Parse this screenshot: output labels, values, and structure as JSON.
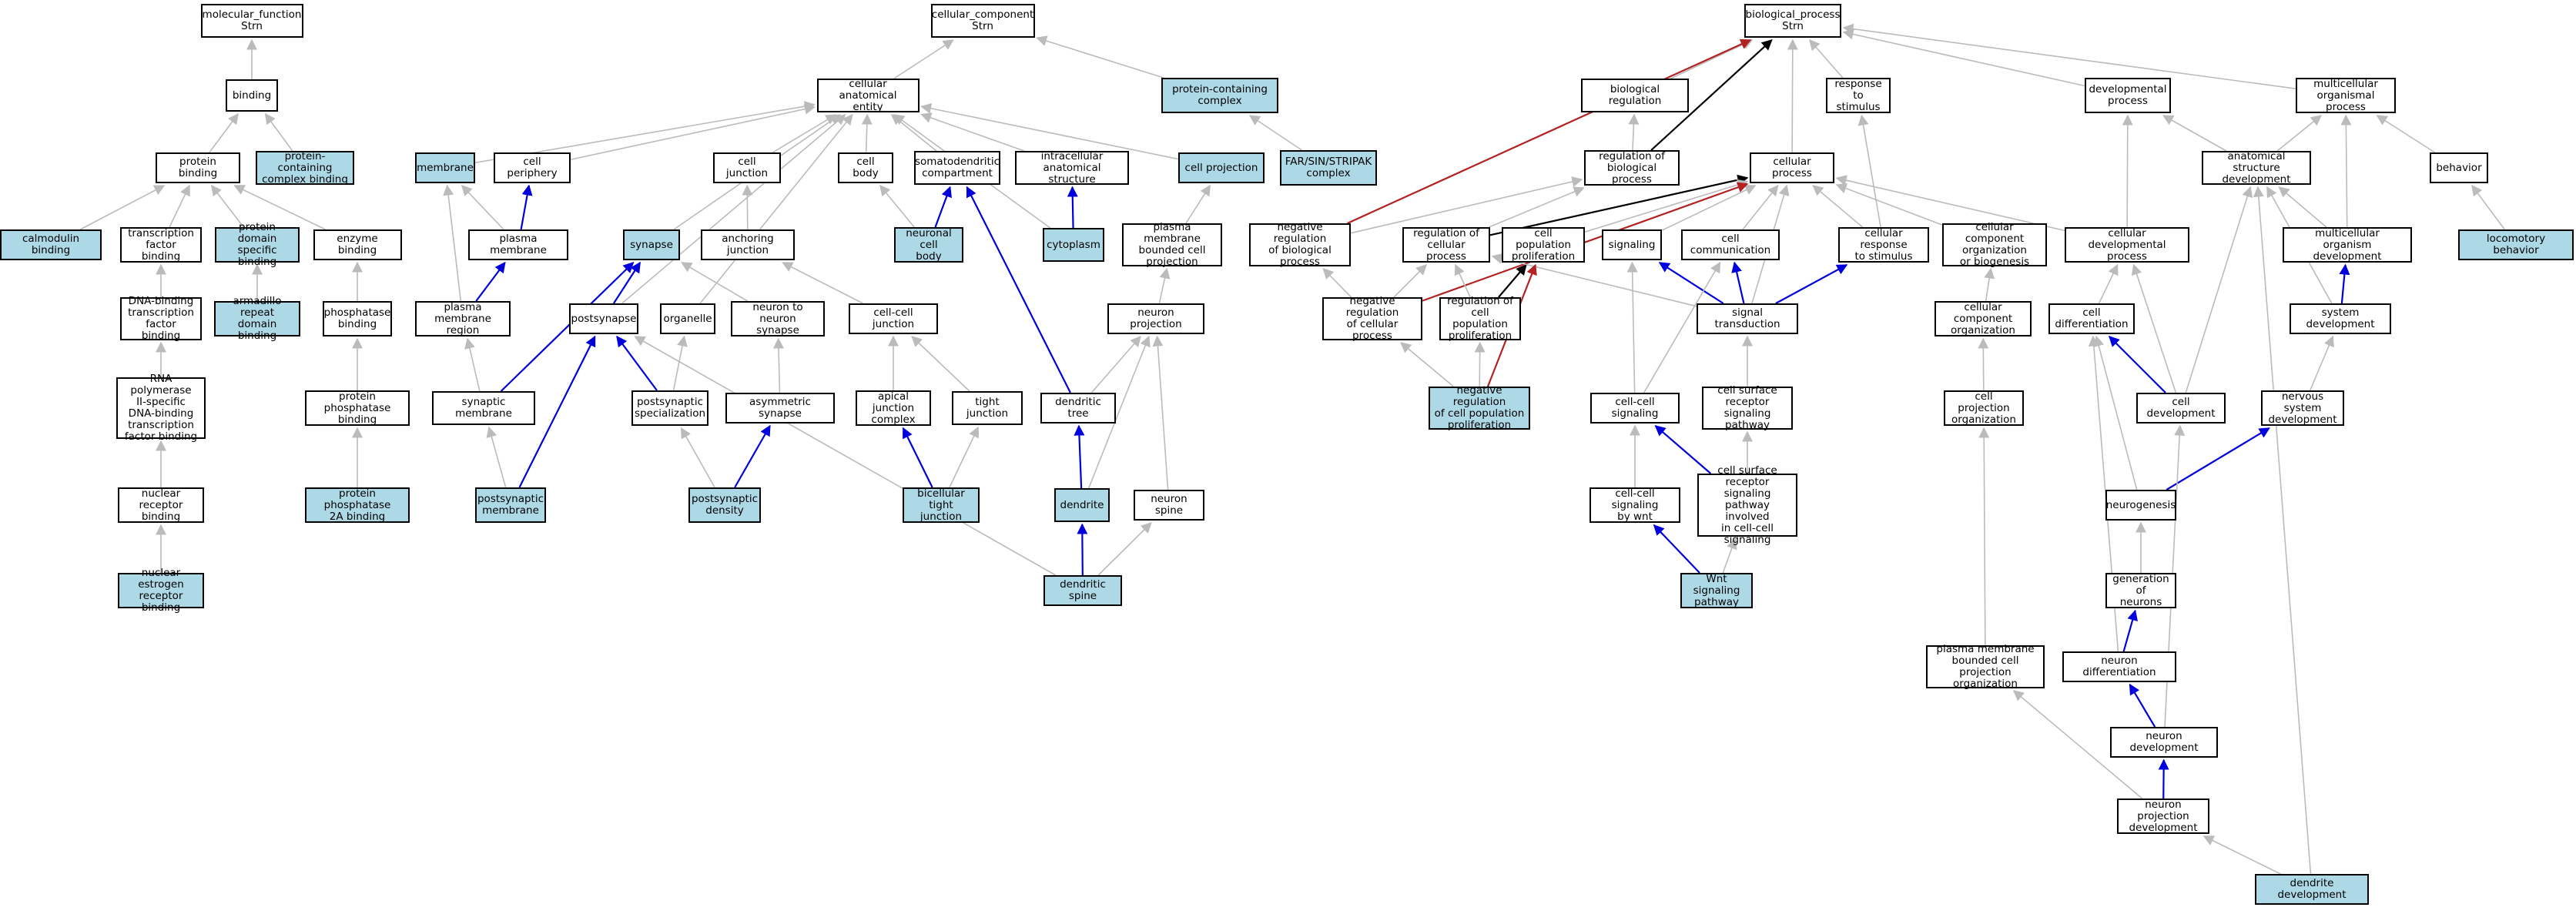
{
  "colors": {
    "is_a": "#bbbbbb",
    "part_of": "#0000dd",
    "neg_regulates": "#b22222",
    "regulates": "#000000",
    "highlight": "#add8e6"
  },
  "nodes": [
    {
      "id": "mf",
      "label": "molecular_function\nStrn"
    },
    {
      "id": "binding",
      "label": "binding"
    },
    {
      "id": "protein_binding",
      "label": "protein binding"
    },
    {
      "id": "pcc_binding",
      "label": "protein-containing\ncomplex binding",
      "hl": true
    },
    {
      "id": "calmodulin",
      "label": "calmodulin binding",
      "hl": true
    },
    {
      "id": "tf_binding",
      "label": "transcription\nfactor binding"
    },
    {
      "id": "pdsb",
      "label": "protein domain\nspecific binding",
      "hl": true
    },
    {
      "id": "enzyme",
      "label": "enzyme binding"
    },
    {
      "id": "dna_tf",
      "label": "DNA-binding\ntranscription\nfactor binding"
    },
    {
      "id": "armadillo",
      "label": "armadillo repeat\ndomain binding",
      "hl": true
    },
    {
      "id": "phosphatase",
      "label": "phosphatase\nbinding"
    },
    {
      "id": "rnapol",
      "label": "RNA polymerase\nII-specific\nDNA-binding\ntranscription\nfactor binding"
    },
    {
      "id": "pp_binding",
      "label": "protein phosphatase\nbinding"
    },
    {
      "id": "nuclear_rec",
      "label": "nuclear receptor\nbinding"
    },
    {
      "id": "pp2a",
      "label": "protein phosphatase\n2A binding",
      "hl": true
    },
    {
      "id": "estrogen",
      "label": "nuclear estrogen\nreceptor binding",
      "hl": true
    },
    {
      "id": "cc",
      "label": "cellular_component\nStrn"
    },
    {
      "id": "cae",
      "label": "cellular anatomical\nentity"
    },
    {
      "id": "pcc",
      "label": "protein-containing\ncomplex",
      "hl": true
    },
    {
      "id": "membrane",
      "label": "membrane",
      "hl": true
    },
    {
      "id": "cell_periphery",
      "label": "cell periphery"
    },
    {
      "id": "cell_junction",
      "label": "cell junction"
    },
    {
      "id": "cell_body",
      "label": "cell body"
    },
    {
      "id": "somatodendritic",
      "label": "somatodendritic\ncompartment"
    },
    {
      "id": "intracellular",
      "label": "intracellular\nanatomical structure"
    },
    {
      "id": "cell_projection",
      "label": "cell projection",
      "hl": true
    },
    {
      "id": "farsin",
      "label": "FAR/SIN/STRIPAK\ncomplex",
      "hl": true
    },
    {
      "id": "plasma_membrane",
      "label": "plasma membrane"
    },
    {
      "id": "synapse",
      "label": "synapse",
      "hl": true
    },
    {
      "id": "anchoring",
      "label": "anchoring junction"
    },
    {
      "id": "neuronal_cell_body",
      "label": "neuronal cell\nbody",
      "hl": true
    },
    {
      "id": "cytoplasm",
      "label": "cytoplasm",
      "hl": true
    },
    {
      "id": "pmbcp",
      "label": "plasma membrane\nbounded cell\nprojection"
    },
    {
      "id": "pm_region",
      "label": "plasma membrane\nregion"
    },
    {
      "id": "postsynapse",
      "label": "postsynapse"
    },
    {
      "id": "organelle",
      "label": "organelle"
    },
    {
      "id": "n2n_synapse",
      "label": "neuron to neuron\nsynapse"
    },
    {
      "id": "cc_junction",
      "label": "cell-cell junction"
    },
    {
      "id": "neuron_projection",
      "label": "neuron projection"
    },
    {
      "id": "synaptic_membrane",
      "label": "synaptic membrane"
    },
    {
      "id": "ps_spec",
      "label": "postsynaptic\nspecialization"
    },
    {
      "id": "asym_synapse",
      "label": "asymmetric synapse"
    },
    {
      "id": "apical",
      "label": "apical junction\ncomplex"
    },
    {
      "id": "tight",
      "label": "tight junction"
    },
    {
      "id": "dendritic_tree",
      "label": "dendritic tree"
    },
    {
      "id": "ps_membrane",
      "label": "postsynaptic\nmembrane",
      "hl": true
    },
    {
      "id": "ps_density",
      "label": "postsynaptic\ndensity",
      "hl": true
    },
    {
      "id": "bicellular",
      "label": "bicellular tight\njunction",
      "hl": true
    },
    {
      "id": "dendrite",
      "label": "dendrite",
      "hl": true
    },
    {
      "id": "neuron_spine",
      "label": "neuron spine"
    },
    {
      "id": "dendritic_spine",
      "label": "dendritic spine",
      "hl": true
    },
    {
      "id": "bp",
      "label": "biological_process\nStrn"
    },
    {
      "id": "bio_reg",
      "label": "biological regulation"
    },
    {
      "id": "resp_stim",
      "label": "response to\nstimulus"
    },
    {
      "id": "dev_proc",
      "label": "developmental\nprocess"
    },
    {
      "id": "mc_proc",
      "label": "multicellular\norganismal process"
    },
    {
      "id": "reg_bp",
      "label": "regulation of\nbiological process"
    },
    {
      "id": "cellular_process",
      "label": "cellular process"
    },
    {
      "id": "asd",
      "label": "anatomical structure\ndevelopment"
    },
    {
      "id": "behavior",
      "label": "behavior"
    },
    {
      "id": "neg_reg_bp",
      "label": "negative regulation\nof biological\nprocess"
    },
    {
      "id": "reg_cp",
      "label": "regulation of\ncellular process"
    },
    {
      "id": "cpp",
      "label": "cell population\nproliferation"
    },
    {
      "id": "signaling",
      "label": "signaling"
    },
    {
      "id": "cell_comm",
      "label": "cell communication"
    },
    {
      "id": "cell_resp",
      "label": "cellular response\nto stimulus"
    },
    {
      "id": "ccob",
      "label": "cellular component\norganization\nor biogenesis"
    },
    {
      "id": "cdp",
      "label": "cellular developmental\nprocess"
    },
    {
      "id": "mod",
      "label": "multicellular\norganism development"
    },
    {
      "id": "locomotory",
      "label": "locomotory behavior",
      "hl": true
    },
    {
      "id": "neg_reg_cp",
      "label": "negative regulation\nof cellular\nprocess"
    },
    {
      "id": "reg_cpp",
      "label": "regulation of\ncell population\nproliferation"
    },
    {
      "id": "signal_trans",
      "label": "signal transduction"
    },
    {
      "id": "cco",
      "label": "cellular component\norganization"
    },
    {
      "id": "cell_diff",
      "label": "cell differentiation"
    },
    {
      "id": "system_dev",
      "label": "system development"
    },
    {
      "id": "neg_reg_cpp",
      "label": "negative regulation\nof cell population\nproliferation",
      "hl": true
    },
    {
      "id": "ccs",
      "label": "cell-cell signaling"
    },
    {
      "id": "csrsp",
      "label": "cell surface\nreceptor signaling\npathway"
    },
    {
      "id": "cpo",
      "label": "cell projection\norganization"
    },
    {
      "id": "cell_dev",
      "label": "cell development"
    },
    {
      "id": "nsd",
      "label": "nervous system\ndevelopment"
    },
    {
      "id": "ccs_wnt",
      "label": "cell-cell signaling\nby wnt"
    },
    {
      "id": "csrsp_cc",
      "label": "cell surface\nreceptor signaling\npathway involved\nin cell-cell\nsignaling"
    },
    {
      "id": "neurogenesis",
      "label": "neurogenesis"
    },
    {
      "id": "wnt",
      "label": "Wnt signaling\npathway",
      "hl": true
    },
    {
      "id": "gen_neurons",
      "label": "generation of\nneurons"
    },
    {
      "id": "pmbcpo",
      "label": "plasma membrane\nbounded cell\nprojection organization"
    },
    {
      "id": "neuron_diff",
      "label": "neuron differentiation"
    },
    {
      "id": "neuron_dev",
      "label": "neuron development"
    },
    {
      "id": "npd",
      "label": "neuron projection\ndevelopment"
    },
    {
      "id": "dendrite_dev",
      "label": "dendrite development",
      "hl": true
    }
  ],
  "edges": [
    [
      "binding",
      "mf",
      "is_a"
    ],
    [
      "protein_binding",
      "binding",
      "is_a"
    ],
    [
      "pcc_binding",
      "binding",
      "is_a"
    ],
    [
      "calmodulin",
      "protein_binding",
      "is_a"
    ],
    [
      "tf_binding",
      "protein_binding",
      "is_a"
    ],
    [
      "pdsb",
      "protein_binding",
      "is_a"
    ],
    [
      "enzyme",
      "protein_binding",
      "is_a"
    ],
    [
      "dna_tf",
      "tf_binding",
      "is_a"
    ],
    [
      "armadillo",
      "pdsb",
      "is_a"
    ],
    [
      "phosphatase",
      "enzyme",
      "is_a"
    ],
    [
      "rnapol",
      "dna_tf",
      "is_a"
    ],
    [
      "pp_binding",
      "phosphatase",
      "is_a"
    ],
    [
      "nuclear_rec",
      "rnapol",
      "is_a"
    ],
    [
      "pp2a",
      "pp_binding",
      "is_a"
    ],
    [
      "estrogen",
      "nuclear_rec",
      "is_a"
    ],
    [
      "cae",
      "cc",
      "is_a"
    ],
    [
      "pcc",
      "cc",
      "is_a"
    ],
    [
      "membrane",
      "cae",
      "is_a"
    ],
    [
      "cell_periphery",
      "cae",
      "is_a"
    ],
    [
      "cell_junction",
      "cae",
      "is_a"
    ],
    [
      "cell_body",
      "cae",
      "is_a"
    ],
    [
      "somatodendritic",
      "cae",
      "is_a"
    ],
    [
      "intracellular",
      "cae",
      "is_a"
    ],
    [
      "cell_projection",
      "cae",
      "is_a"
    ],
    [
      "farsin",
      "pcc",
      "is_a"
    ],
    [
      "plasma_membrane",
      "membrane",
      "is_a"
    ],
    [
      "plasma_membrane",
      "cell_periphery",
      "part_of"
    ],
    [
      "synapse",
      "cae",
      "is_a"
    ],
    [
      "anchoring",
      "cell_junction",
      "is_a"
    ],
    [
      "neuronal_cell_body",
      "cell_body",
      "is_a"
    ],
    [
      "neuronal_cell_body",
      "somatodendritic",
      "part_of"
    ],
    [
      "cytoplasm",
      "intracellular",
      "part_of"
    ],
    [
      "cytoplasm",
      "cae",
      "is_a"
    ],
    [
      "pmbcp",
      "cell_projection",
      "is_a"
    ],
    [
      "pm_region",
      "membrane",
      "is_a"
    ],
    [
      "pm_region",
      "plasma_membrane",
      "part_of"
    ],
    [
      "postsynapse",
      "cae",
      "is_a"
    ],
    [
      "postsynapse",
      "synapse",
      "part_of"
    ],
    [
      "organelle",
      "cae",
      "is_a"
    ],
    [
      "n2n_synapse",
      "synapse",
      "is_a"
    ],
    [
      "cc_junction",
      "anchoring",
      "is_a"
    ],
    [
      "neuron_projection",
      "pmbcp",
      "is_a"
    ],
    [
      "synaptic_membrane",
      "pm_region",
      "is_a"
    ],
    [
      "synaptic_membrane",
      "synapse",
      "part_of"
    ],
    [
      "ps_spec",
      "organelle",
      "is_a"
    ],
    [
      "ps_spec",
      "postsynapse",
      "part_of"
    ],
    [
      "asym_synapse",
      "n2n_synapse",
      "is_a"
    ],
    [
      "apical",
      "cc_junction",
      "is_a"
    ],
    [
      "tight",
      "cc_junction",
      "is_a"
    ],
    [
      "dendritic_tree",
      "neuron_projection",
      "is_a"
    ],
    [
      "dendritic_tree",
      "somatodendritic",
      "part_of"
    ],
    [
      "ps_membrane",
      "synaptic_membrane",
      "is_a"
    ],
    [
      "ps_membrane",
      "postsynapse",
      "part_of"
    ],
    [
      "ps_density",
      "ps_spec",
      "is_a"
    ],
    [
      "ps_density",
      "asym_synapse",
      "part_of"
    ],
    [
      "bicellular",
      "tight",
      "is_a"
    ],
    [
      "bicellular",
      "apical",
      "part_of"
    ],
    [
      "dendrite",
      "neuron_projection",
      "is_a"
    ],
    [
      "dendrite",
      "dendritic_tree",
      "part_of"
    ],
    [
      "neuron_spine",
      "neuron_projection",
      "is_a"
    ],
    [
      "dendritic_spine",
      "neuron_spine",
      "is_a"
    ],
    [
      "dendritic_spine",
      "dendrite",
      "part_of"
    ],
    [
      "dendritic_spine",
      "postsynapse",
      "is_a"
    ],
    [
      "bio_reg",
      "bp",
      "is_a"
    ],
    [
      "resp_stim",
      "bp",
      "is_a"
    ],
    [
      "dev_proc",
      "bp",
      "is_a"
    ],
    [
      "mc_proc",
      "bp",
      "is_a"
    ],
    [
      "cellular_process",
      "bp",
      "is_a"
    ],
    [
      "reg_bp",
      "bio_reg",
      "is_a"
    ],
    [
      "reg_bp",
      "bp",
      "regulates"
    ],
    [
      "asd",
      "dev_proc",
      "is_a"
    ],
    [
      "asd",
      "mc_proc",
      "is_a"
    ],
    [
      "behavior",
      "mc_proc",
      "is_a"
    ],
    [
      "neg_reg_bp",
      "reg_bp",
      "is_a"
    ],
    [
      "neg_reg_bp",
      "bp",
      "neg_regulates"
    ],
    [
      "reg_cp",
      "reg_bp",
      "is_a"
    ],
    [
      "reg_cp",
      "cellular_process",
      "regulates"
    ],
    [
      "cpp",
      "cellular_process",
      "is_a"
    ],
    [
      "signaling",
      "cellular_process",
      "is_a"
    ],
    [
      "cell_comm",
      "cellular_process",
      "is_a"
    ],
    [
      "cell_resp",
      "cellular_process",
      "is_a"
    ],
    [
      "cell_resp",
      "resp_stim",
      "is_a"
    ],
    [
      "ccob",
      "cellular_process",
      "is_a"
    ],
    [
      "cdp",
      "cellular_process",
      "is_a"
    ],
    [
      "cdp",
      "dev_proc",
      "is_a"
    ],
    [
      "mod",
      "asd",
      "is_a"
    ],
    [
      "mod",
      "mc_proc",
      "is_a"
    ],
    [
      "locomotory",
      "behavior",
      "is_a"
    ],
    [
      "neg_reg_cp",
      "neg_reg_bp",
      "is_a"
    ],
    [
      "neg_reg_cp",
      "reg_cp",
      "is_a"
    ],
    [
      "neg_reg_cp",
      "cellular_process",
      "neg_regulates"
    ],
    [
      "reg_cpp",
      "reg_cp",
      "is_a"
    ],
    [
      "reg_cpp",
      "cpp",
      "regulates"
    ],
    [
      "signal_trans",
      "signaling",
      "part_of"
    ],
    [
      "signal_trans",
      "cell_comm",
      "part_of"
    ],
    [
      "signal_trans",
      "cell_resp",
      "part_of"
    ],
    [
      "signal_trans",
      "cellular_process",
      "is_a"
    ],
    [
      "signal_trans",
      "reg_cp",
      "is_a"
    ],
    [
      "cco",
      "ccob",
      "is_a"
    ],
    [
      "cell_diff",
      "cdp",
      "is_a"
    ],
    [
      "system_dev",
      "asd",
      "is_a"
    ],
    [
      "system_dev",
      "mod",
      "part_of"
    ],
    [
      "neg_reg_cpp",
      "neg_reg_cp",
      "is_a"
    ],
    [
      "neg_reg_cpp",
      "reg_cpp",
      "is_a"
    ],
    [
      "neg_reg_cpp",
      "cpp",
      "neg_regulates"
    ],
    [
      "ccs",
      "signaling",
      "is_a"
    ],
    [
      "ccs",
      "cell_comm",
      "is_a"
    ],
    [
      "csrsp",
      "signal_trans",
      "is_a"
    ],
    [
      "cpo",
      "cco",
      "is_a"
    ],
    [
      "cell_dev",
      "cdp",
      "is_a"
    ],
    [
      "cell_dev",
      "cell_diff",
      "part_of"
    ],
    [
      "cell_dev",
      "asd",
      "is_a"
    ],
    [
      "nsd",
      "system_dev",
      "is_a"
    ],
    [
      "ccs_wnt",
      "ccs",
      "is_a"
    ],
    [
      "csrsp_cc",
      "csrsp",
      "is_a"
    ],
    [
      "csrsp_cc",
      "ccs",
      "part_of"
    ],
    [
      "neurogenesis",
      "cell_diff",
      "is_a"
    ],
    [
      "neurogenesis",
      "nsd",
      "part_of"
    ],
    [
      "wnt",
      "csrsp_cc",
      "is_a"
    ],
    [
      "wnt",
      "ccs_wnt",
      "part_of"
    ],
    [
      "gen_neurons",
      "neurogenesis",
      "is_a"
    ],
    [
      "pmbcpo",
      "cpo",
      "is_a"
    ],
    [
      "neuron_diff",
      "gen_neurons",
      "part_of"
    ],
    [
      "neuron_diff",
      "cell_diff",
      "is_a"
    ],
    [
      "neuron_dev",
      "neuron_diff",
      "part_of"
    ],
    [
      "neuron_dev",
      "cell_dev",
      "is_a"
    ],
    [
      "npd",
      "neuron_dev",
      "part_of"
    ],
    [
      "npd",
      "pmbcpo",
      "is_a"
    ],
    [
      "dendrite_dev",
      "npd",
      "is_a"
    ],
    [
      "dendrite_dev",
      "asd",
      "is_a"
    ]
  ]
}
